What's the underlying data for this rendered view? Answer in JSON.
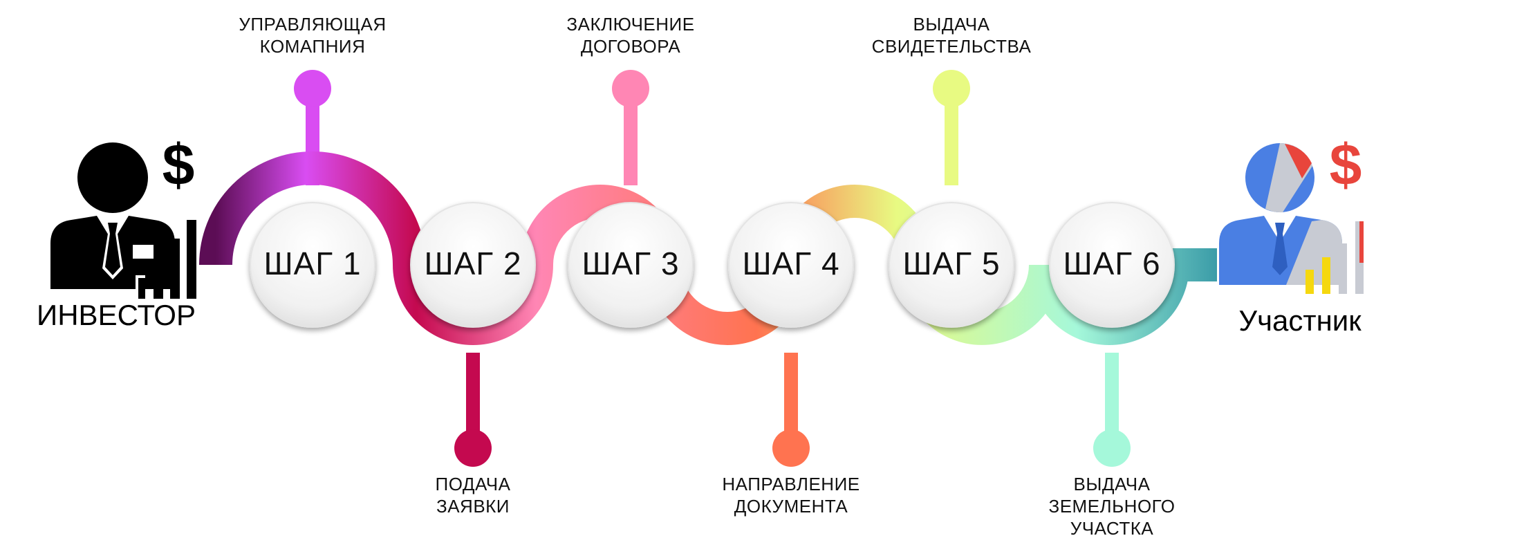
{
  "investor": {
    "label": "ИНВЕСТОР",
    "dollar": "$"
  },
  "participant": {
    "label": "Участник",
    "dollar": "$"
  },
  "steps": [
    {
      "label": "ШАГ 1",
      "caption": "УПРАВЛЯЮЩАЯ\nКОМАПНИЯ",
      "position": "top",
      "color": "#D94DF2"
    },
    {
      "label": "ШАГ 2",
      "caption": "ПОДАЧА\nЗАЯВКИ",
      "position": "bottom",
      "color": "#C4094F"
    },
    {
      "label": "ШАГ 3",
      "caption": "ЗАКЛЮЧЕНИЕ\nДОГОВОРА",
      "position": "top",
      "color": "#FF86B4"
    },
    {
      "label": "ШАГ 4",
      "caption": "НАПРАВЛЕНИЕ\nДОКУМЕНТА",
      "position": "bottom",
      "color": "#FF7350"
    },
    {
      "label": "ШАГ 5",
      "caption": "ВЫДАЧА\nСВИДЕТЕЛЬСТВА",
      "position": "top",
      "color": "#E8FA82"
    },
    {
      "label": "ШАГ 6",
      "caption": "ВЫДАЧА\nЗЕМЕЛЬНОГО\nУЧАСТКА",
      "position": "bottom",
      "color": "#A5F8DA"
    }
  ],
  "colors": {
    "ribbon_start": "#5C0D55",
    "ribbon_purple": "#D94DF2",
    "ribbon_magenta": "#C4094F",
    "ribbon_pink": "#FF86B4",
    "ribbon_orange": "#FF7350",
    "ribbon_yellow": "#E8FA82",
    "ribbon_mint": "#A5F8DA",
    "ribbon_end": "#3B9CA8",
    "participant_blue": "#4A7FE3",
    "participant_red": "#E8453C",
    "participant_gray": "#C8CBD3",
    "participant_yellow": "#F5D80F"
  },
  "icons": [
    "investor-person-icon",
    "dollar-icon",
    "bar-chart-icon",
    "participant-person-icon"
  ]
}
